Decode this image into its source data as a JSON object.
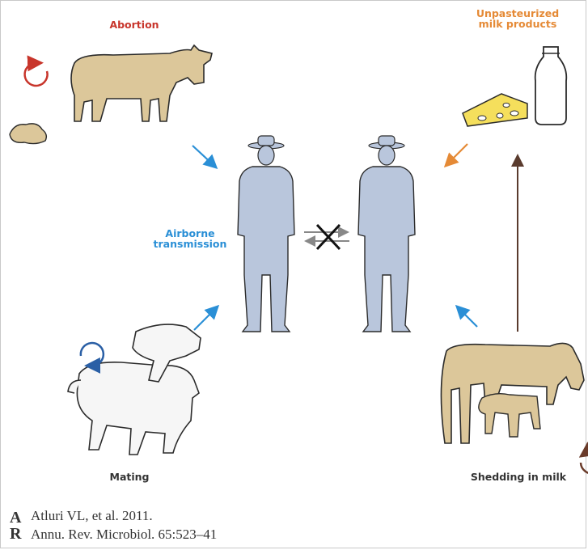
{
  "labels": {
    "abortion": "Abortion",
    "unpasteurized_line1": "Unpasteurized",
    "unpasteurized_line2": "milk products",
    "airborne_line1": "Airborne",
    "airborne_line2": "transmission",
    "mating": "Mating",
    "shedding": "Shedding in milk"
  },
  "citation": {
    "logo_letters": "AR",
    "line1": "Atluri VL, et al. 2011.",
    "line2": "Annu. Rev. Microbiol. 65:523–41"
  },
  "colors": {
    "red": "#c8352b",
    "orange": "#e58a36",
    "blue": "#2a8fd6",
    "brown": "#5a3b2e",
    "animal_fill": "#dcc79a",
    "human_fill": "#b9c6dc",
    "outline": "#2b2b2b"
  }
}
